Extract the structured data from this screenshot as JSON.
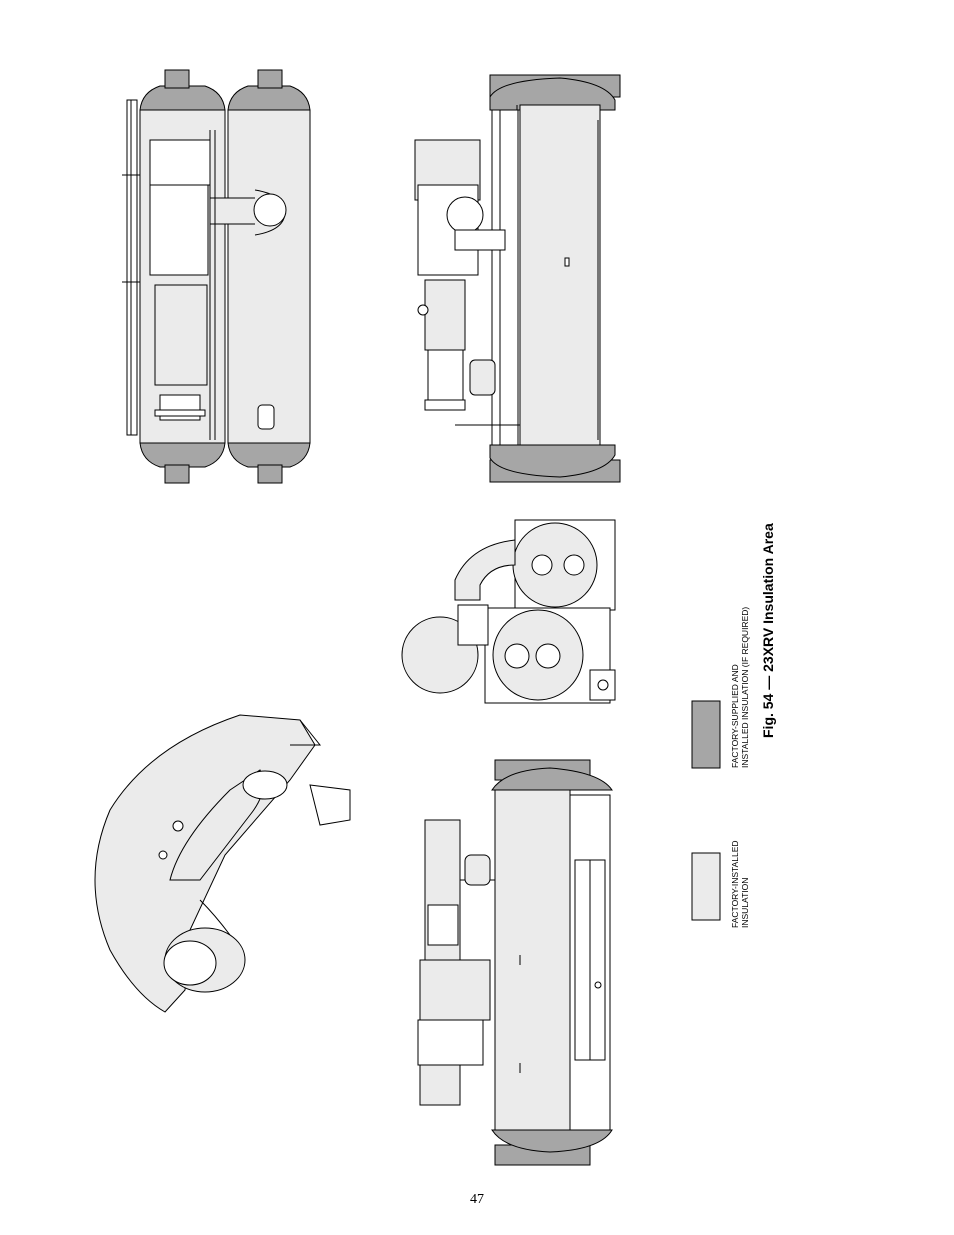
{
  "figure": {
    "caption": "Fig. 54 — 23XRV Insulation Area"
  },
  "legend": [
    {
      "label": "FACTORY-INSTALLED\nINSULATION",
      "swatch_color": "#ebebeb"
    },
    {
      "label": "FACTORY-SUPPLIED AND\nINSTALLED INSULATION (IF REQUIRED)",
      "swatch_color": "#a6a6a6"
    }
  ],
  "page": {
    "number": "47"
  },
  "colors": {
    "light_fill": "#ebebeb",
    "dark_fill": "#a6a6a6",
    "line": "#000000"
  }
}
